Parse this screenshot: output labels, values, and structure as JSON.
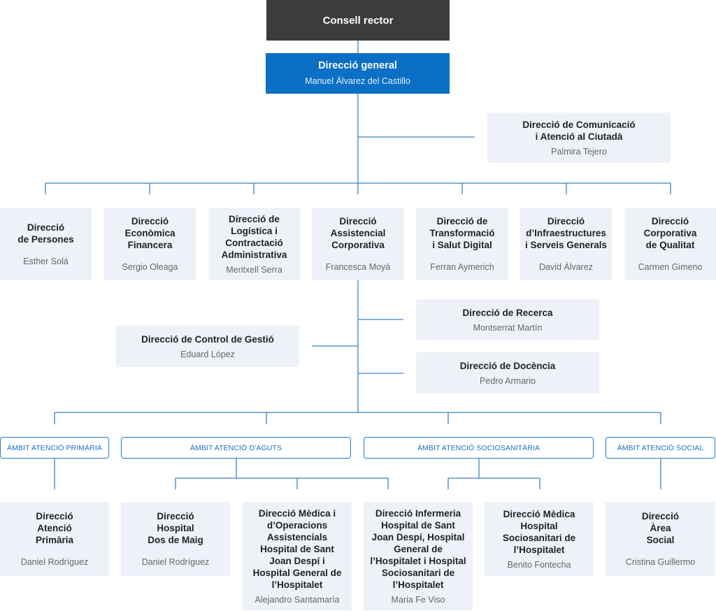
{
  "board": {
    "title": "Consell rector"
  },
  "general": {
    "title": "Direcció general",
    "name": "Manuel Álvarez del Castillo"
  },
  "communication": {
    "title": "Direcció de Comunicació\ni Atenció al Ciutadà",
    "name": "Palmira Tejero"
  },
  "directorates": [
    {
      "title": "Direcció\nde Persones",
      "name": "Esther Solá"
    },
    {
      "title": "Direcció\nEconòmica\nFinancera",
      "name": "Sergio Oleaga"
    },
    {
      "title": "Direcció de\nLogística i\nContractació\nAdministrativa",
      "name": "Meritxell Serra"
    },
    {
      "title": "Direcció\nAssistencial\nCorporativa",
      "name": "Francesca Moyà"
    },
    {
      "title": "Direcció de\nTransformació\ni Salut Digital",
      "name": "Ferran Aymerich"
    },
    {
      "title": "Direcció\nd’Infraestructures\ni Serveis Generals",
      "name": "David Álvarez"
    },
    {
      "title": "Direcció\nCorporativa\nde Qualitat",
      "name": "Carmen Gimeno"
    }
  ],
  "sub": {
    "research": {
      "title": "Direcció de Recerca",
      "name": "Montserrat Martín"
    },
    "control": {
      "title": "Direcció de Control de Gestió",
      "name": "Eduard López"
    },
    "teaching": {
      "title": "Direcció de Docència",
      "name": "Pedro Armario"
    }
  },
  "scopes": [
    "ÀMBIT ATENCIÓ PRIMÀRIA",
    "ÀMBIT ATENCIÓ D’AGUTS",
    "ÀMBIT ATENCIÓ SOCIOSANITÀRIA",
    "ÀMBIT ATENCIÓ SOCIAL"
  ],
  "units": [
    {
      "title": "Direcció\nAtenció\nPrimària",
      "name": "Daniel Rodríguez"
    },
    {
      "title": "Direcció\nHospital\nDos de Maig",
      "name": "Daniel Rodríguez"
    },
    {
      "title": "Direcció Mèdica i\nd’Operacions\nAssistencials\nHospital de Sant\nJoan Despí i\nHospital General de\nl’Hospitalet",
      "name": "Alejandro Santamaría"
    },
    {
      "title": "Direcció Infermeria\nHospital de Sant\nJoan Despí, Hospital\nGeneral de\nl’Hospitalet i Hospital\nSociosanitari de\nl’Hospitalet",
      "name": "Maria Fe Viso"
    },
    {
      "title": "Direcció Mèdica\nHospital\nSociosanitari de\nl’Hospitalet",
      "name": "Benito Fontecha"
    },
    {
      "title": "Direcció\nÀrea\nSocial",
      "name": "Cristina Guillermo"
    }
  ],
  "colors": {
    "line": "#3b82c4",
    "board": "#3c3c3c",
    "general": "#0b6fc6",
    "box": "#eef2f8"
  }
}
